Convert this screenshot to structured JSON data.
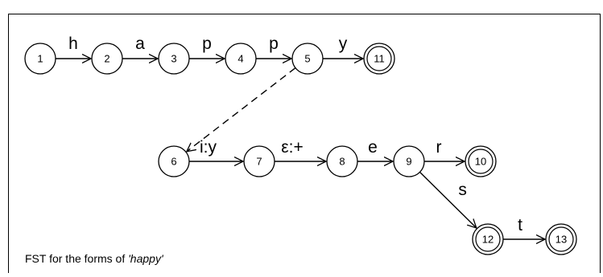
{
  "diagram": {
    "caption_prefix": "FST for the forms of ",
    "caption_word": "'happy'",
    "states": [
      {
        "id": "1",
        "label": "1",
        "final": false
      },
      {
        "id": "2",
        "label": "2",
        "final": false
      },
      {
        "id": "3",
        "label": "3",
        "final": false
      },
      {
        "id": "4",
        "label": "4",
        "final": false
      },
      {
        "id": "5",
        "label": "5",
        "final": false
      },
      {
        "id": "11",
        "label": "11",
        "final": true
      },
      {
        "id": "6",
        "label": "6",
        "final": false
      },
      {
        "id": "7",
        "label": "7",
        "final": false
      },
      {
        "id": "8",
        "label": "8",
        "final": false
      },
      {
        "id": "9",
        "label": "9",
        "final": false
      },
      {
        "id": "10",
        "label": "10",
        "final": true
      },
      {
        "id": "12",
        "label": "12",
        "final": true
      },
      {
        "id": "13",
        "label": "13",
        "final": true
      }
    ],
    "transitions": [
      {
        "from": "1",
        "to": "2",
        "label": "h",
        "dashed": false
      },
      {
        "from": "2",
        "to": "3",
        "label": "a",
        "dashed": false
      },
      {
        "from": "3",
        "to": "4",
        "label": "p",
        "dashed": false
      },
      {
        "from": "4",
        "to": "5",
        "label": "p",
        "dashed": false
      },
      {
        "from": "5",
        "to": "11",
        "label": "y",
        "dashed": false
      },
      {
        "from": "5",
        "to": "6",
        "label": "",
        "dashed": true
      },
      {
        "from": "6",
        "to": "7",
        "label": "i:y",
        "dashed": false
      },
      {
        "from": "7",
        "to": "8",
        "label": "ε:+",
        "dashed": false
      },
      {
        "from": "8",
        "to": "9",
        "label": "e",
        "dashed": false
      },
      {
        "from": "9",
        "to": "10",
        "label": "r",
        "dashed": false
      },
      {
        "from": "9",
        "to": "12",
        "label": "s",
        "dashed": false
      },
      {
        "from": "12",
        "to": "13",
        "label": "t",
        "dashed": false
      }
    ]
  }
}
